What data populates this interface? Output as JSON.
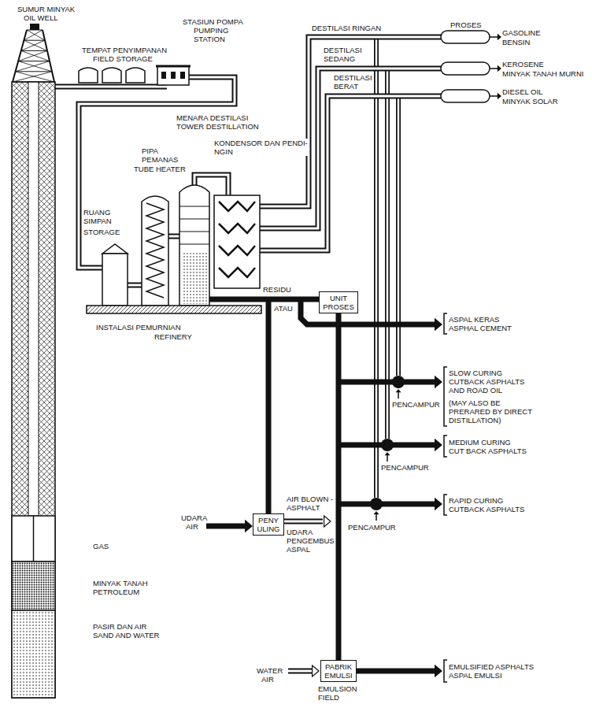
{
  "diagram": {
    "nodes": [
      {
        "text": [
          "UNIT PROSES"
        ]
      },
      {
        "text": [
          "PENY ULING"
        ]
      },
      {
        "text": [
          "PABRIK EMULSI"
        ]
      }
    ],
    "edges": [
      {
        "from": 0,
        "to": 2,
        "arrow": "none"
      }
    ],
    "labels": [
      "SUMUR MINYAK",
      "OIL WELL",
      "STASIUN POMPA",
      "PUMPING STATION",
      "TEMPAT PENYIMPANAN",
      "FIELD STORAGE",
      "DESTILASI RINGAN",
      "PROSES",
      "GASOLINE",
      "BENSIN",
      "DESTILASI SEDANG",
      "KEROSENE",
      "MINYAK TANAH MURNI",
      "DESTILASI BERAT",
      "DIESEL OIL",
      "MINYAK SOLAR",
      "MENARA DESTILASI",
      "TOWER DESTILLATION",
      "PIPA PEMANAS",
      "TUBE HEATER",
      "KONDENSOR DAN PENDI- NGIN",
      "RUANG SIMPAN",
      "STORAGE",
      "RESIDU",
      "ATAU",
      "INSTALASI PEMURNIAN",
      "REFINERY",
      "ASPAL KERAS",
      "ASPHAL CEMENT",
      "SLOW CURING CUTBACK ASPHALTS AND ROAD OIL",
      "(MAY ALSO BE PRERARED BY DIRECT DISTILLATION)",
      "PENCAMPUR",
      "MEDIUM CURING CUT BACK ASPHALTS",
      "PENCAMPUR",
      "RAPID CURING CUTBACK ASPHALTS",
      "UDARA",
      "AIR",
      "AIR BLOWN - ASPHALT",
      "UDARA PENGEMBUS ASPAL",
      "PENCAMPUR",
      "GAS",
      "MINYAK TANAH",
      "PETROLEUM",
      "PASIR DAN AIR",
      "SAND AND WATER",
      "WATER",
      "AIR",
      "EMULSION FIELD",
      "EMULSIFIED ASPHALTS",
      "ASPAL EMULSI"
    ]
  }
}
